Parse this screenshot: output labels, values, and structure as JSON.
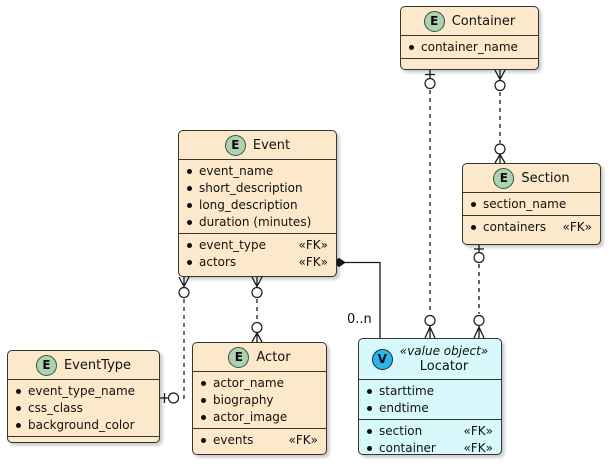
{
  "colors": {
    "page_bg": "#ffffff",
    "entity_fill": "#FCE8CB",
    "entity_border": "#36342C",
    "value_fill": "#D8F9FB",
    "line": "#1a1a1a",
    "icon_entity_bg": "#ADD1B2",
    "icon_value_bg": "#2BB4E8"
  },
  "icons": {
    "entity_letter": "E",
    "value_letter": "V"
  },
  "entities": {
    "container": {
      "title": "Container",
      "attrs": [
        "container_name"
      ]
    },
    "event": {
      "title": "Event",
      "attrs": [
        "event_name",
        "short_description",
        "long_description",
        "duration (minutes)"
      ],
      "fks": [
        {
          "name": "event_type",
          "tag": "«FK»"
        },
        {
          "name": "actors",
          "tag": "«FK»"
        }
      ]
    },
    "section": {
      "title": "Section",
      "attrs": [
        "section_name"
      ],
      "fks": [
        {
          "name": "containers",
          "tag": "«FK»"
        }
      ]
    },
    "eventtype": {
      "title": "EventType",
      "attrs": [
        "event_type_name",
        "css_class",
        "background_color"
      ]
    },
    "actor": {
      "title": "Actor",
      "attrs": [
        "actor_name",
        "biography",
        "actor_image"
      ],
      "fks": [
        {
          "name": "events",
          "tag": "«FK»"
        }
      ]
    },
    "locator": {
      "stereotype": "«value object»",
      "title": "Locator",
      "attrs": [
        "starttime",
        "endtime"
      ],
      "fks": [
        {
          "name": "section",
          "tag": "«FK»"
        },
        {
          "name": "container",
          "tag": "«FK»"
        }
      ]
    }
  },
  "relationships": {
    "composition_label": "0..n",
    "edges": [
      {
        "from": "Container",
        "to": "Section",
        "from_end": "zero-or-many",
        "to_end": "zero-or-many",
        "style": "dashed"
      },
      {
        "from": "Container",
        "to": "Locator",
        "from_end": "zero-or-one",
        "to_end": "zero-or-many",
        "style": "dashed"
      },
      {
        "from": "Section",
        "to": "Locator",
        "from_end": "zero-or-one",
        "to_end": "zero-or-many",
        "style": "dashed"
      },
      {
        "from": "Event",
        "to": "EventType",
        "from_end": "zero-or-many",
        "to_end": "zero-or-one",
        "style": "dashed"
      },
      {
        "from": "Event",
        "to": "Actor",
        "from_end": "zero-or-many",
        "to_end": "zero-or-many",
        "style": "dashed"
      },
      {
        "from": "Event",
        "to": "Locator",
        "from_end": "composition-diamond",
        "to_end": "none",
        "style": "solid",
        "label": "0..n"
      }
    ]
  }
}
